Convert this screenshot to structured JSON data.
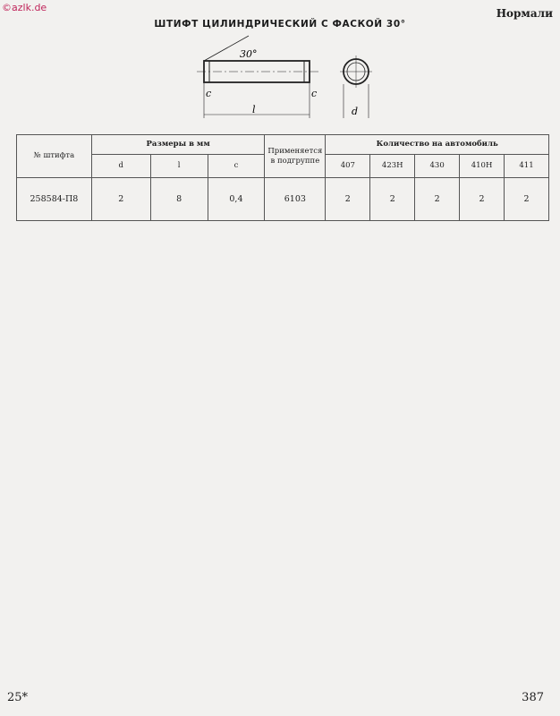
{
  "watermark": "©azlk.de",
  "corner_label": "Нормали",
  "footer": {
    "left": "25*",
    "right": "387"
  },
  "headers": {
    "num": "№ штифта",
    "sizes": "Размеры в мм",
    "used_line1": "Применяется",
    "used_line2": "в подгруппе",
    "qty": "Количество на автомобиль"
  },
  "models": [
    "407",
    "423Н",
    "430",
    "410Н",
    "411"
  ],
  "sections": [
    {
      "title": "ШТИФТ ЦИЛИНДРИЧЕСКИЙ С ФАСКОЙ 30°",
      "drawing": {
        "angle": "30°",
        "c": "c",
        "l": "l",
        "d": "d"
      },
      "size_cols": [
        "d",
        "l",
        "c"
      ],
      "rows": [
        {
          "num": "258584-П8",
          "sizes": [
            "2",
            "8",
            "0,4"
          ],
          "used": [
            "6103"
          ],
          "qty": [
            [
              "2"
            ],
            [
              "2"
            ],
            [
              "2"
            ],
            [
              "2"
            ],
            [
              "2"
            ]
          ]
        }
      ]
    }
  ]
}
